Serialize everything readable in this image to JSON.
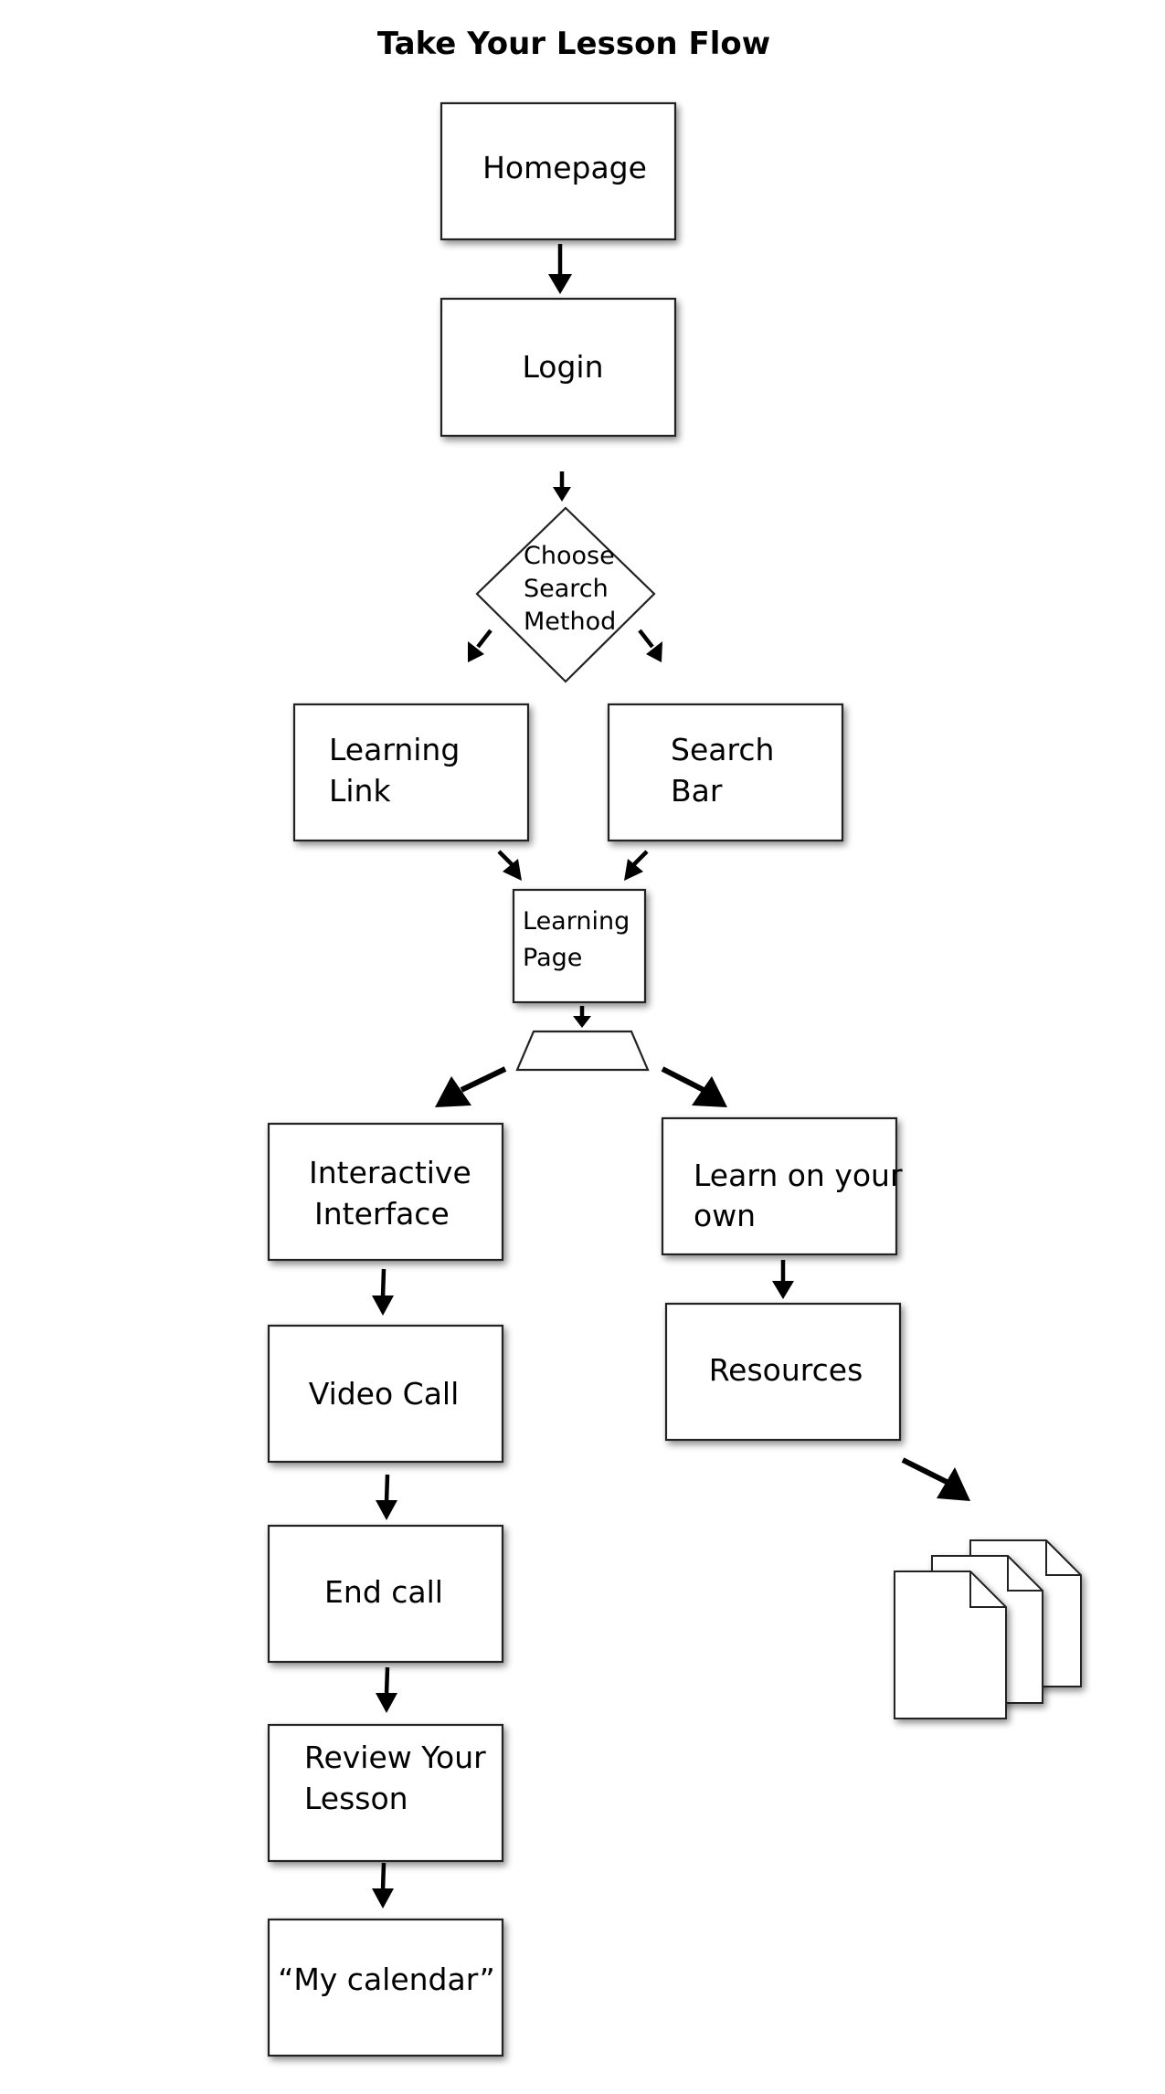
{
  "title": "Take Your Lesson Flow",
  "nodes": {
    "homepage": "Homepage",
    "login": "Login",
    "choose_line1": "Choose",
    "choose_line2": "Search",
    "choose_line3": "Method",
    "learning_link_line1": "Learning",
    "learning_link_line2": "Link",
    "search_bar_line1": "Search",
    "search_bar_line2": "Bar",
    "learning_page_line1": "Learning",
    "learning_page_line2": "Page",
    "interactive_line1": "Interactive",
    "interactive_line2": "Interface",
    "learn_own_line1": "Learn on your",
    "learn_own_line2": "own",
    "video_call": "Video Call",
    "resources": "Resources",
    "end_call": "End call",
    "review_line1": "Review Your",
    "review_line2": "Lesson",
    "my_calendar": "“My calendar”"
  },
  "colors": {
    "stroke": "#222222",
    "fill": "#ffffff",
    "arrow": "#000000"
  }
}
